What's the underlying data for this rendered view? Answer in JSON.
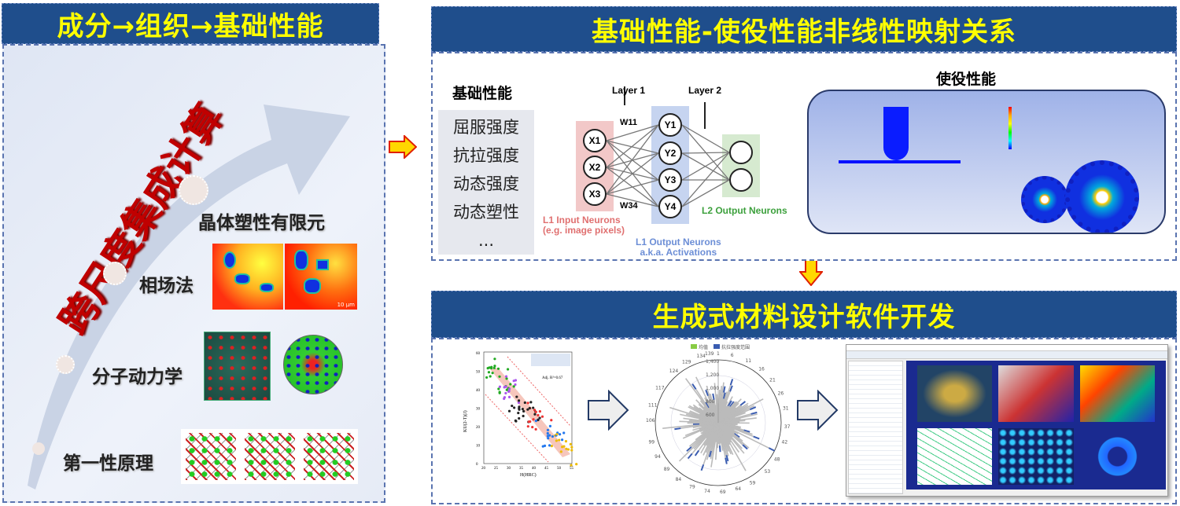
{
  "left": {
    "title": "成分→组织→基础性能",
    "banner": "跨尺度集成计算",
    "levels": [
      "晶体塑性有限元",
      "相场法",
      "分子动力学",
      "第一性原理"
    ],
    "scale_bar": "10 μm"
  },
  "top": {
    "title": "基础性能-使役性能非线性映射关系",
    "basic_title": "基础性能",
    "basic_items": [
      "屈服强度",
      "抗拉强度",
      "动态强度",
      "动态塑性",
      "..."
    ],
    "nn": {
      "layer1": "Layer 1",
      "layer2": "Layer 2",
      "w11": "W11",
      "w34": "W34",
      "inputs": [
        "X1",
        "X2",
        "X3"
      ],
      "hidden": [
        "Y1",
        "Y2",
        "Y3",
        "Y4"
      ],
      "input_label1": "L1 Input Neurons",
      "input_label2": "(e.g. image pixels)",
      "hidden_label1": "L1 Output Neurons",
      "hidden_label2": "a.k.a. Activations",
      "output_label": "L2 Output Neurons"
    },
    "service_title": "使役性能"
  },
  "bottom": {
    "title": "生成式材料设计软件开发",
    "scatter": {
      "xlabel": "H(HRC)",
      "ylabel": "KU(2-T)(J)",
      "xticks": [
        "20",
        "25",
        "30",
        "35",
        "40",
        "45",
        "50",
        "55"
      ],
      "yticks": [
        "0",
        "10",
        "20",
        "30",
        "40",
        "50",
        "60"
      ],
      "fit": "Adj. R²=0.67"
    },
    "polar": {
      "legend": [
        "均值",
        "抗拉强度范围"
      ],
      "rticks": [
        "600",
        "800",
        "1,000",
        "1,200",
        "1,400"
      ],
      "angles": [
        "1",
        "6",
        "11",
        "16",
        "21",
        "26",
        "31",
        "37",
        "42",
        "48",
        "53",
        "59",
        "64",
        "69",
        "74",
        "79",
        "84",
        "89",
        "94",
        "99",
        "106",
        "111",
        "117",
        "124",
        "129",
        "134",
        "139"
      ]
    }
  },
  "colors": {
    "header": "#1f4e8c",
    "header_text": "#ffff00",
    "banner": "#c00000",
    "arrow": "#ffd700"
  }
}
